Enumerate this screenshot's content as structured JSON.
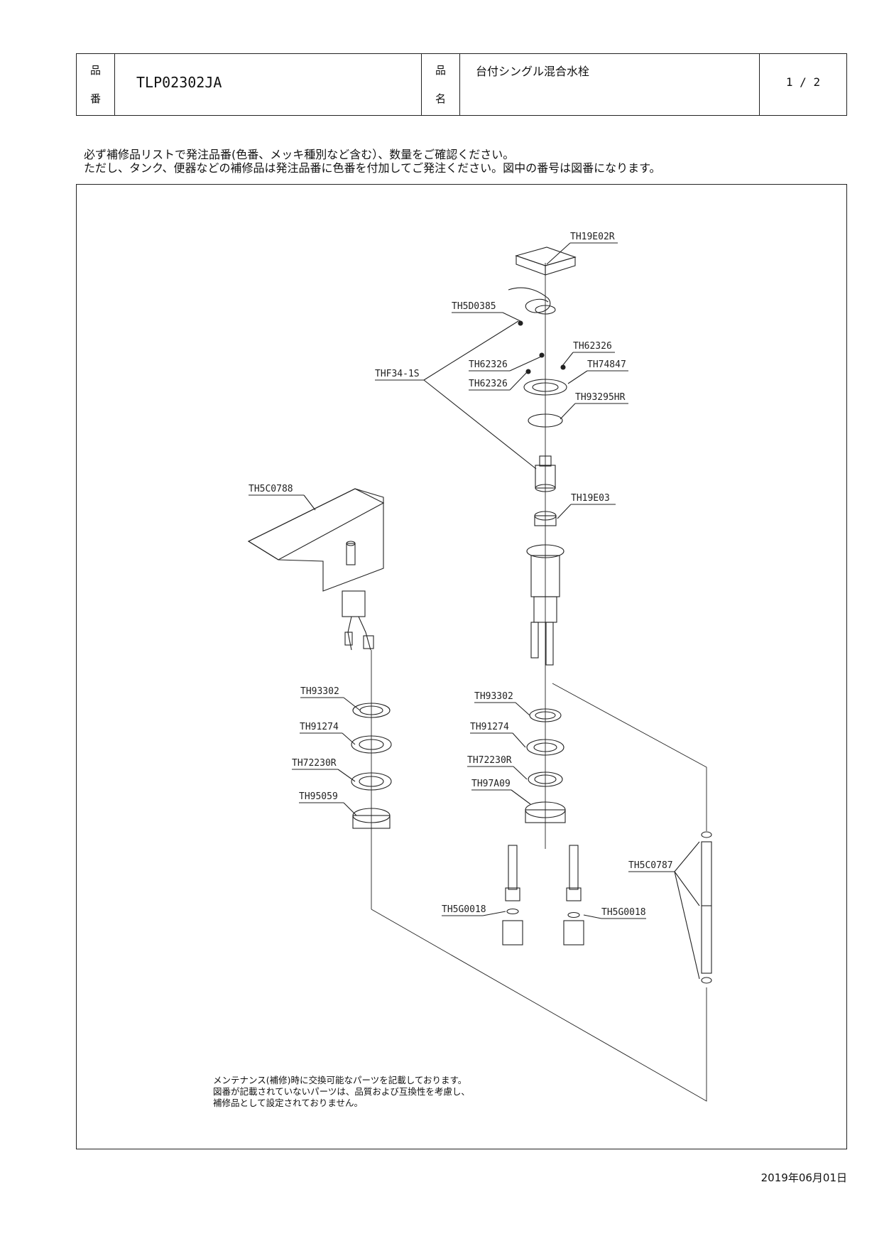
{
  "header": {
    "part_number_label_1": "品",
    "part_number_label_2": "番",
    "part_number": "TLP02302JA",
    "part_name_label_1": "品",
    "part_name_label_2": "名",
    "part_name": "台付シングル混合水栓",
    "page": "1 / 2"
  },
  "notes": {
    "line1": "必ず補修品リストで発注品番(色番、メッキ種別など含む）、数量をご確認ください。",
    "line2": "ただし、タンク、便器などの補修品は発注品番に色番を付加してご発注ください。図中の番号は図番になります。"
  },
  "labels": {
    "th19e02r": "TH19E02R",
    "th5d0385": "TH5D0385",
    "th62326_a": "TH62326",
    "th62326_b": "TH62326",
    "th62326_c": "TH62326",
    "th74847": "TH74847",
    "thf34_1s": "THF34-1S",
    "th93295hr": "TH93295HR",
    "th19e03": "TH19E03",
    "th5c0788": "TH5C0788",
    "th93302_l": "TH93302",
    "th91274_l": "TH91274",
    "th72230r_l": "TH72230R",
    "th95059": "TH95059",
    "th93302_r": "TH93302",
    "th91274_r": "TH91274",
    "th72230r_r": "TH72230R",
    "th97a09": "TH97A09",
    "th5c0787": "TH5C0787",
    "th5g0018_l": "TH5G0018",
    "th5g0018_r": "TH5G0018"
  },
  "maintenance": {
    "line1": "メンテナンス(補修)時に交換可能なパーツを記載しております。",
    "line2": "図番が記載されていないパーツは、品質および互換性を考慮し、",
    "line3": "補修品として設定されておりません。"
  },
  "date": "2019年06月01日"
}
